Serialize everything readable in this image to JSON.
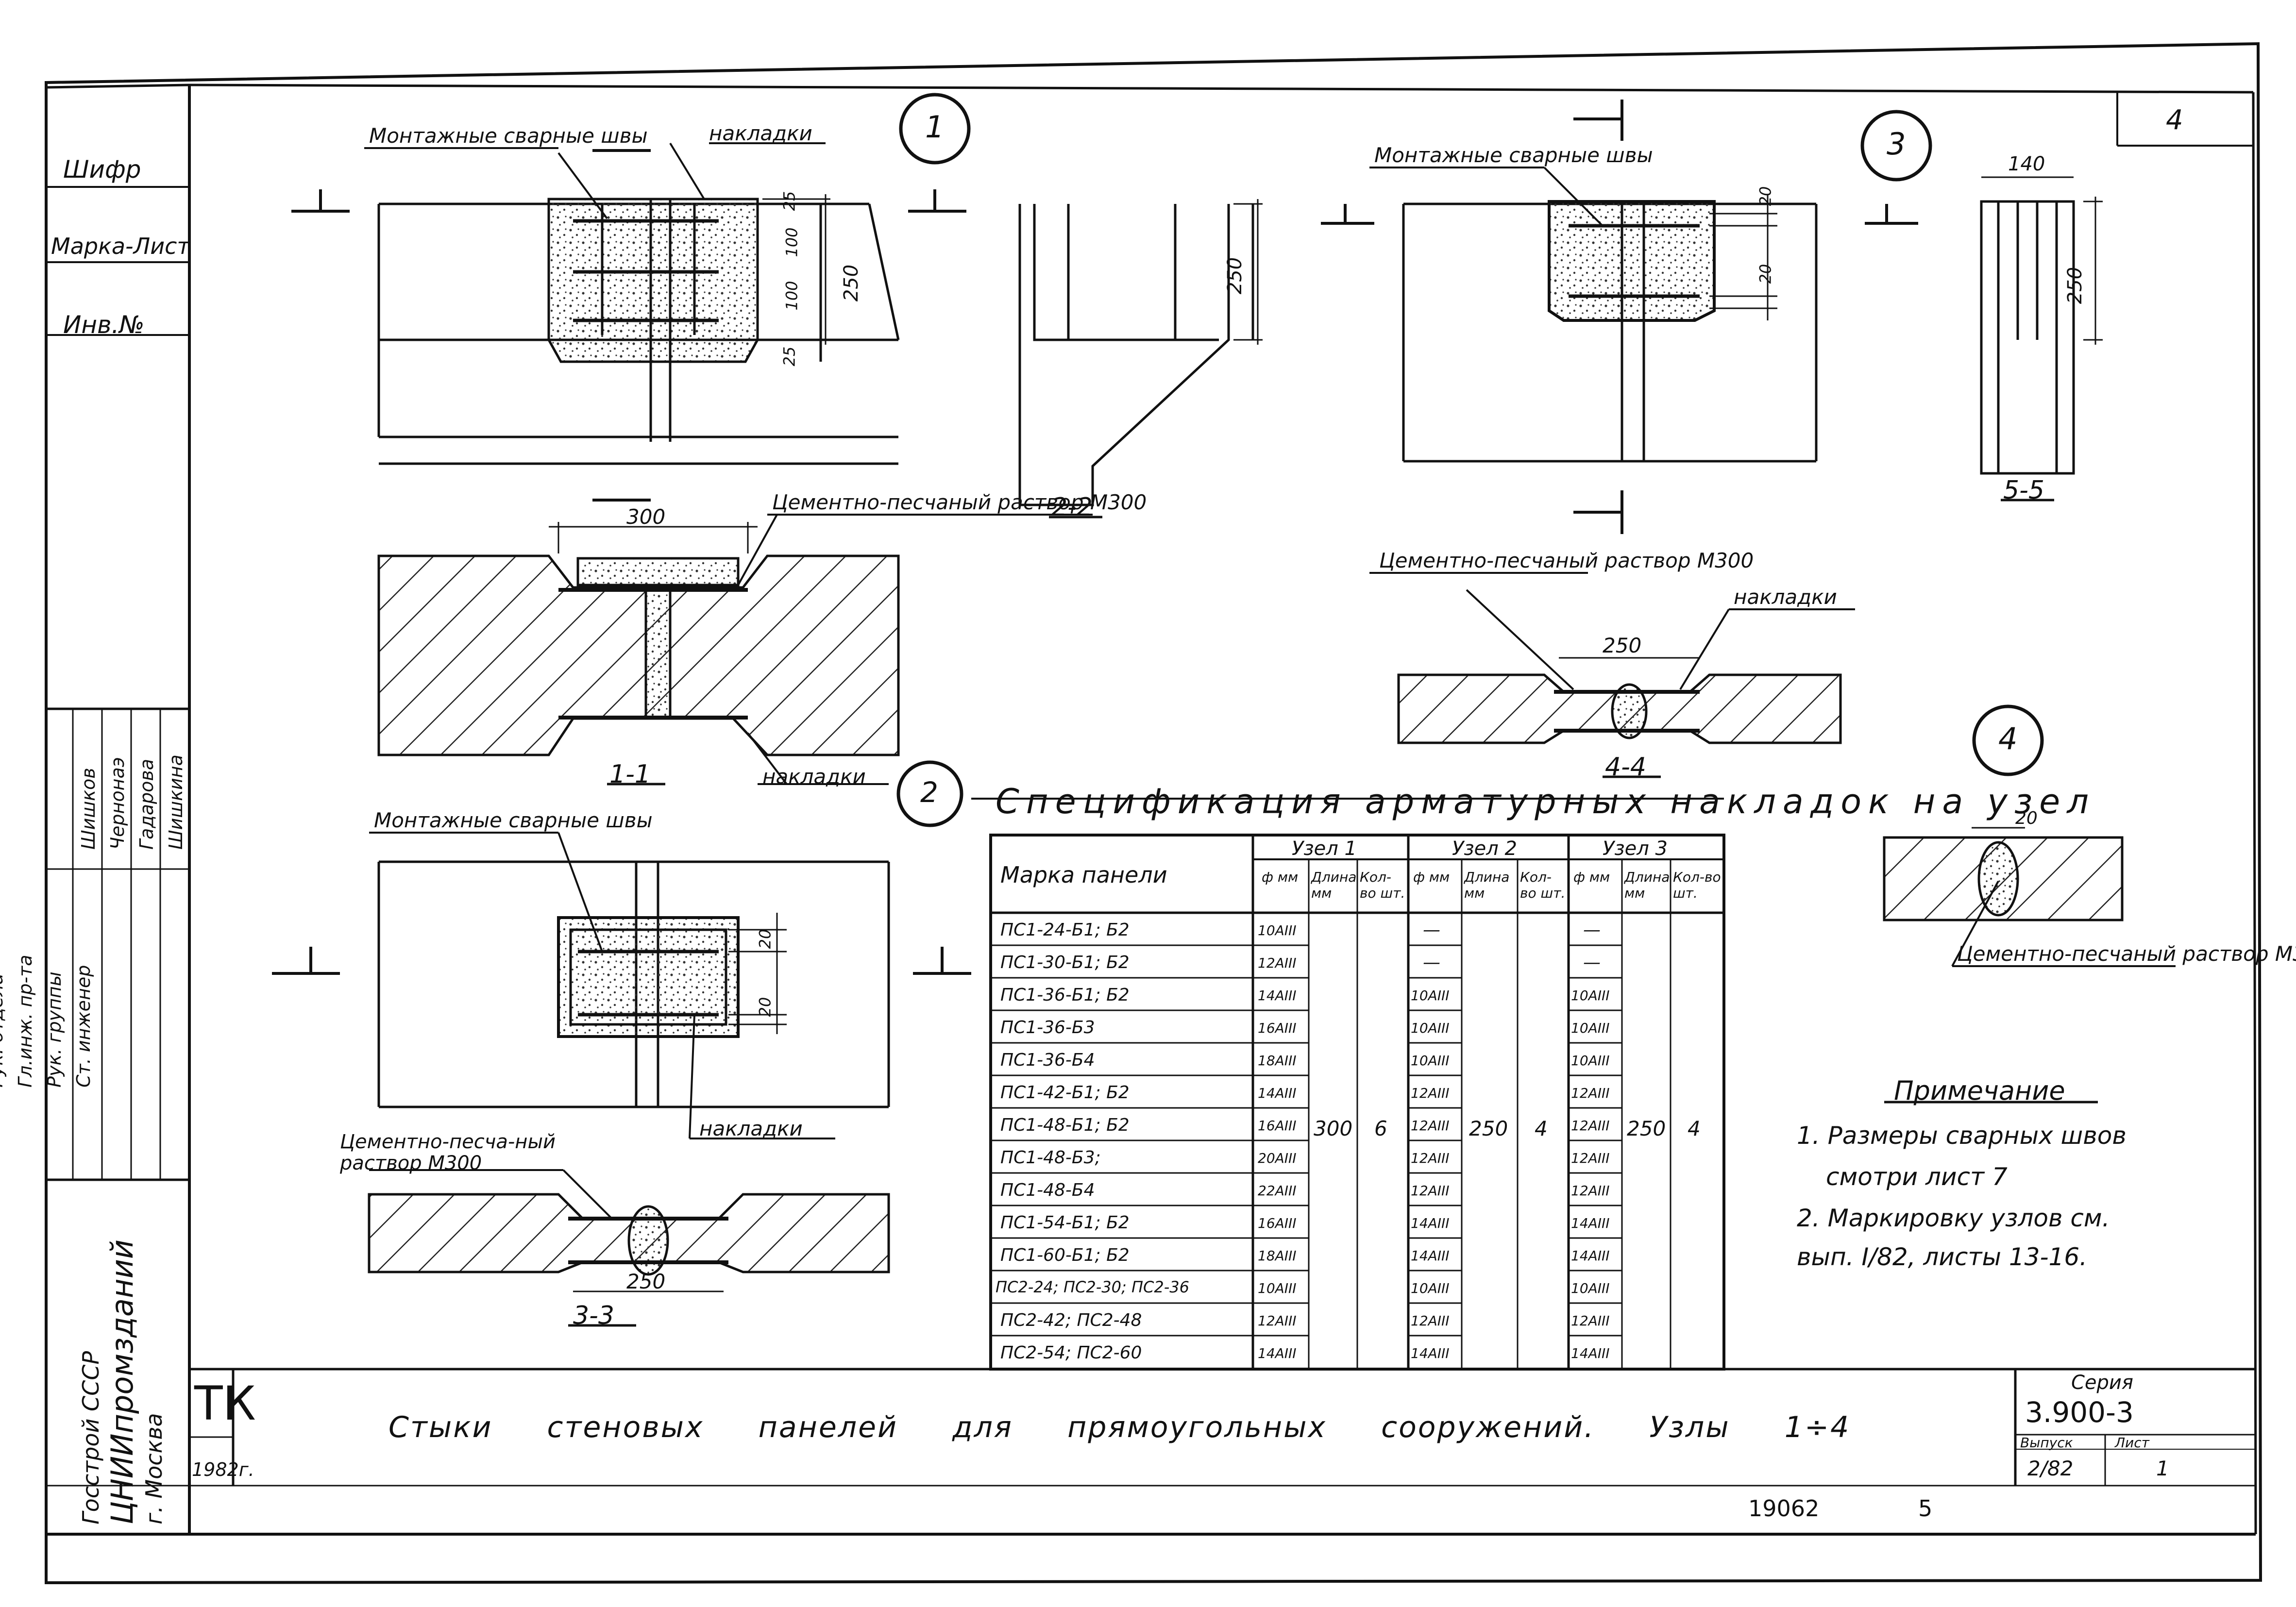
{
  "sheet_no": "4",
  "side_labels": [
    "Шифр",
    "Марка-Лист",
    "Инв.№"
  ],
  "nodes": {
    "n1": "1",
    "n2": "2",
    "n3": "3",
    "n4": "4"
  },
  "sections": {
    "s11": "1-1",
    "s22": "2-2",
    "s33": "3-3",
    "s44": "4-4",
    "s55": "5-5"
  },
  "callouts": {
    "montage_welds": "Монтажные сварные швы",
    "plates": "накладки",
    "mortar_full": "Цементно-песчаный раствор М300",
    "mortar_split": "Цементно-песча-ный раствор М300"
  },
  "dims": {
    "d300": "300",
    "d250": "250",
    "d25": "25",
    "d100": "100",
    "d20": "20",
    "d140": "140"
  },
  "spec": {
    "title": "Спецификация арматурных накладок на узел",
    "col_mark": "Марка панели",
    "node_heads": [
      "Узел 1",
      "Узел 2",
      "Узел 3"
    ],
    "sub_heads": [
      "ф мм",
      "Длина мм",
      "Кол-во шт."
    ],
    "rows": [
      {
        "mark": "ПС1-24-Б1; Б2",
        "d1": "10АIII",
        "d2": "—",
        "d3": "—"
      },
      {
        "mark": "ПС1-30-Б1; Б2",
        "d1": "12АIII",
        "d2": "—",
        "d3": "—"
      },
      {
        "mark": "ПС1-36-Б1; Б2",
        "d1": "14АIII",
        "d2": "10АIII",
        "d3": "10АIII"
      },
      {
        "mark": "ПС1-36-Б3",
        "d1": "16АIII",
        "d2": "10АIII",
        "d3": "10АIII"
      },
      {
        "mark": "ПС1-36-Б4",
        "d1": "18АIII",
        "d2": "10АIII",
        "d3": "10АIII"
      },
      {
        "mark": "ПС1-42-Б1; Б2",
        "d1": "14АIII",
        "d2": "12АIII",
        "d3": "12АIII"
      },
      {
        "mark": "ПС1-48-Б1; Б2",
        "d1": "16АIII",
        "d2": "12АIII",
        "d3": "12АIII"
      },
      {
        "mark": "ПС1-48-Б3;",
        "d1": "20АIII",
        "d2": "12АIII",
        "d3": "12АIII"
      },
      {
        "mark": "ПС1-48-Б4",
        "d1": "22АIII",
        "d2": "12АIII",
        "d3": "12АIII"
      },
      {
        "mark": "ПС1-54-Б1; Б2",
        "d1": "16АIII",
        "d2": "14АIII",
        "d3": "14АIII"
      },
      {
        "mark": "ПС1-60-Б1; Б2",
        "d1": "18АIII",
        "d2": "14АIII",
        "d3": "14АIII"
      },
      {
        "mark": "ПС2-24; ПС2-30; ПС2-36",
        "d1": "10АIII",
        "d2": "10АIII",
        "d3": "10АIII"
      },
      {
        "mark": "ПС2-42; ПС2-48",
        "d1": "12АIII",
        "d2": "12АIII",
        "d3": "12АIII"
      },
      {
        "mark": "ПС2-54; ПС2-60",
        "d1": "14АIII",
        "d2": "14АIII",
        "d3": "14АIII"
      }
    ],
    "merged": {
      "len1": "300",
      "qty1": "6",
      "len2": "250",
      "qty2": "4",
      "len3": "250",
      "qty3": "4"
    }
  },
  "note": {
    "title": "Примечание",
    "lines": [
      "1. Размеры сварных швов",
      "смотри лист 7",
      "2. Маркировку узлов см.",
      "вып. I/82, листы 13-16."
    ]
  },
  "title_block": {
    "code": "ТК",
    "year": "1982г.",
    "title": "Стыки стеновых панелей для прямоугольных сооружений. Узлы 1÷4",
    "series_label": "Серия",
    "series": "3.900-3",
    "issue_label": "Выпуск",
    "issue": "2/82",
    "sheet_label": "Лист",
    "sheet": "1",
    "org1": "Госстрой СССР",
    "org2": "ЦНИИпромзданий",
    "org3": "г. Москва",
    "roles": [
      "Рук. отдела",
      "Гл.инж. пр-та",
      "Рук. группы",
      "Ст. инженер"
    ],
    "names": [
      "Шишков",
      "Чернонаэ",
      "Гадарова",
      "Шишкина"
    ],
    "inventory": "19062",
    "page": "5"
  }
}
